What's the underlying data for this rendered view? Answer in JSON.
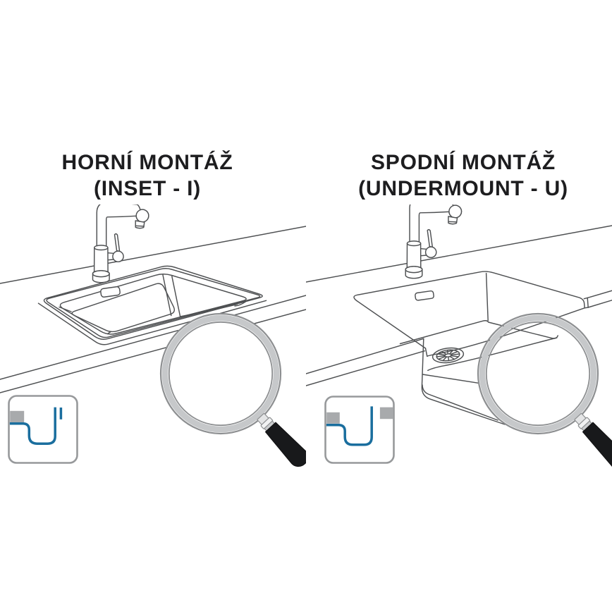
{
  "page": {
    "background": "#ffffff"
  },
  "colors": {
    "line": "#4e5052",
    "title": "#1d1d1f",
    "ring_edge": "#8d8f91",
    "ring_band": "#c6c8ca",
    "ferrule_light": "#f1f2f3",
    "ferrule_mid": "#e4e5e6",
    "ferrule_dark": "#cbcdcf",
    "handle": "#18191b",
    "icon_border": "#97999b",
    "icon_gray": "#a8aaac",
    "icon_blue": "#1a6e9e"
  },
  "panels": [
    {
      "id": "inset",
      "title_line1": "HORNÍ MONTÁŽ",
      "title_line2": "(INSET - I)"
    },
    {
      "id": "undermount",
      "title_line1": "SPODNÍ MONTÁŽ",
      "title_line2": "(UNDERMOUNT - U)"
    }
  ]
}
